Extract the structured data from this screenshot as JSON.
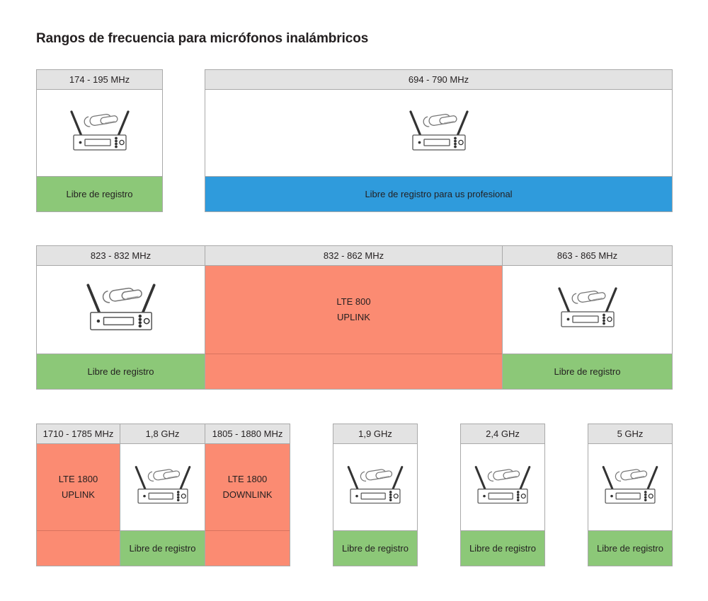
{
  "page": {
    "title": "Rangos de frecuencia para micrófonos inalámbricos",
    "background": "#ffffff"
  },
  "colors": {
    "header_gray": "#e3e3e3",
    "border_gray": "#a9a9a9",
    "free_green": "#8cc878",
    "professional_blue": "#2f9bdc",
    "lte_salmon": "#fb8b72",
    "text": "#231f20"
  },
  "labels": {
    "free": "Libre de registro",
    "professional": "Libre de registro para us profesional",
    "icon": "wireless-microphone-receiver-icon"
  },
  "rows": [
    {
      "id": "row-1",
      "bands": [
        {
          "id": "band-174-195",
          "columns": [
            {
              "header": "174 - 195 MHz",
              "body_label": "",
              "body_icon": true,
              "body_fill": "white",
              "footer_label": "Libre de registro",
              "footer_fill": "green"
            }
          ]
        },
        {
          "id": "band-694-790",
          "columns": [
            {
              "header": "694 - 790 MHz",
              "body_label": "",
              "body_icon": true,
              "body_fill": "white",
              "footer_label": "Libre de registro para us profesional",
              "footer_fill": "blue"
            }
          ]
        }
      ]
    },
    {
      "id": "row-2",
      "bands": [
        {
          "id": "band-823-865",
          "columns": [
            {
              "header": "823 - 832 MHz",
              "body_label": "",
              "body_icon": true,
              "body_fill": "white",
              "footer_label": "Libre de registro",
              "footer_fill": "green"
            },
            {
              "header": "832 - 862 MHz",
              "body_label_line1": "LTE 800",
              "body_label_line2": "UPLINK",
              "body_icon": false,
              "body_fill": "salmon",
              "footer_label": "",
              "footer_fill": "salmon"
            },
            {
              "header": "863 - 865 MHz",
              "body_label": "",
              "body_icon": true,
              "body_fill": "white",
              "footer_label": "Libre de registro",
              "footer_fill": "green"
            }
          ]
        }
      ]
    },
    {
      "id": "row-3",
      "bands": [
        {
          "id": "band-1710-1880",
          "columns": [
            {
              "header": "1710 - 1785 MHz",
              "body_label_line1": "LTE 1800",
              "body_label_line2": "UPLINK",
              "body_icon": false,
              "body_fill": "salmon",
              "footer_label": "",
              "footer_fill": "salmon"
            },
            {
              "header": "1,8 GHz",
              "body_label": "",
              "body_icon": true,
              "body_fill": "white",
              "footer_label": "Libre de registro",
              "footer_fill": "green"
            },
            {
              "header": "1805 - 1880 MHz",
              "body_label_line1": "LTE 1800",
              "body_label_line2": "DOWNLINK",
              "body_icon": false,
              "body_fill": "salmon",
              "footer_label": "",
              "footer_fill": "salmon"
            }
          ]
        },
        {
          "id": "band-1900",
          "columns": [
            {
              "header": "1,9 GHz",
              "body_label": "",
              "body_icon": true,
              "body_fill": "white",
              "footer_label": "Libre de registro",
              "footer_fill": "green"
            }
          ]
        },
        {
          "id": "band-2400",
          "columns": [
            {
              "header": "2,4 GHz",
              "body_label": "",
              "body_icon": true,
              "body_fill": "white",
              "footer_label": "Libre de registro",
              "footer_fill": "green"
            }
          ]
        },
        {
          "id": "band-5000",
          "columns": [
            {
              "header": "5 GHz",
              "body_label": "",
              "body_icon": true,
              "body_fill": "white",
              "footer_label": "Libre de registro",
              "footer_fill": "green"
            }
          ]
        }
      ]
    }
  ]
}
